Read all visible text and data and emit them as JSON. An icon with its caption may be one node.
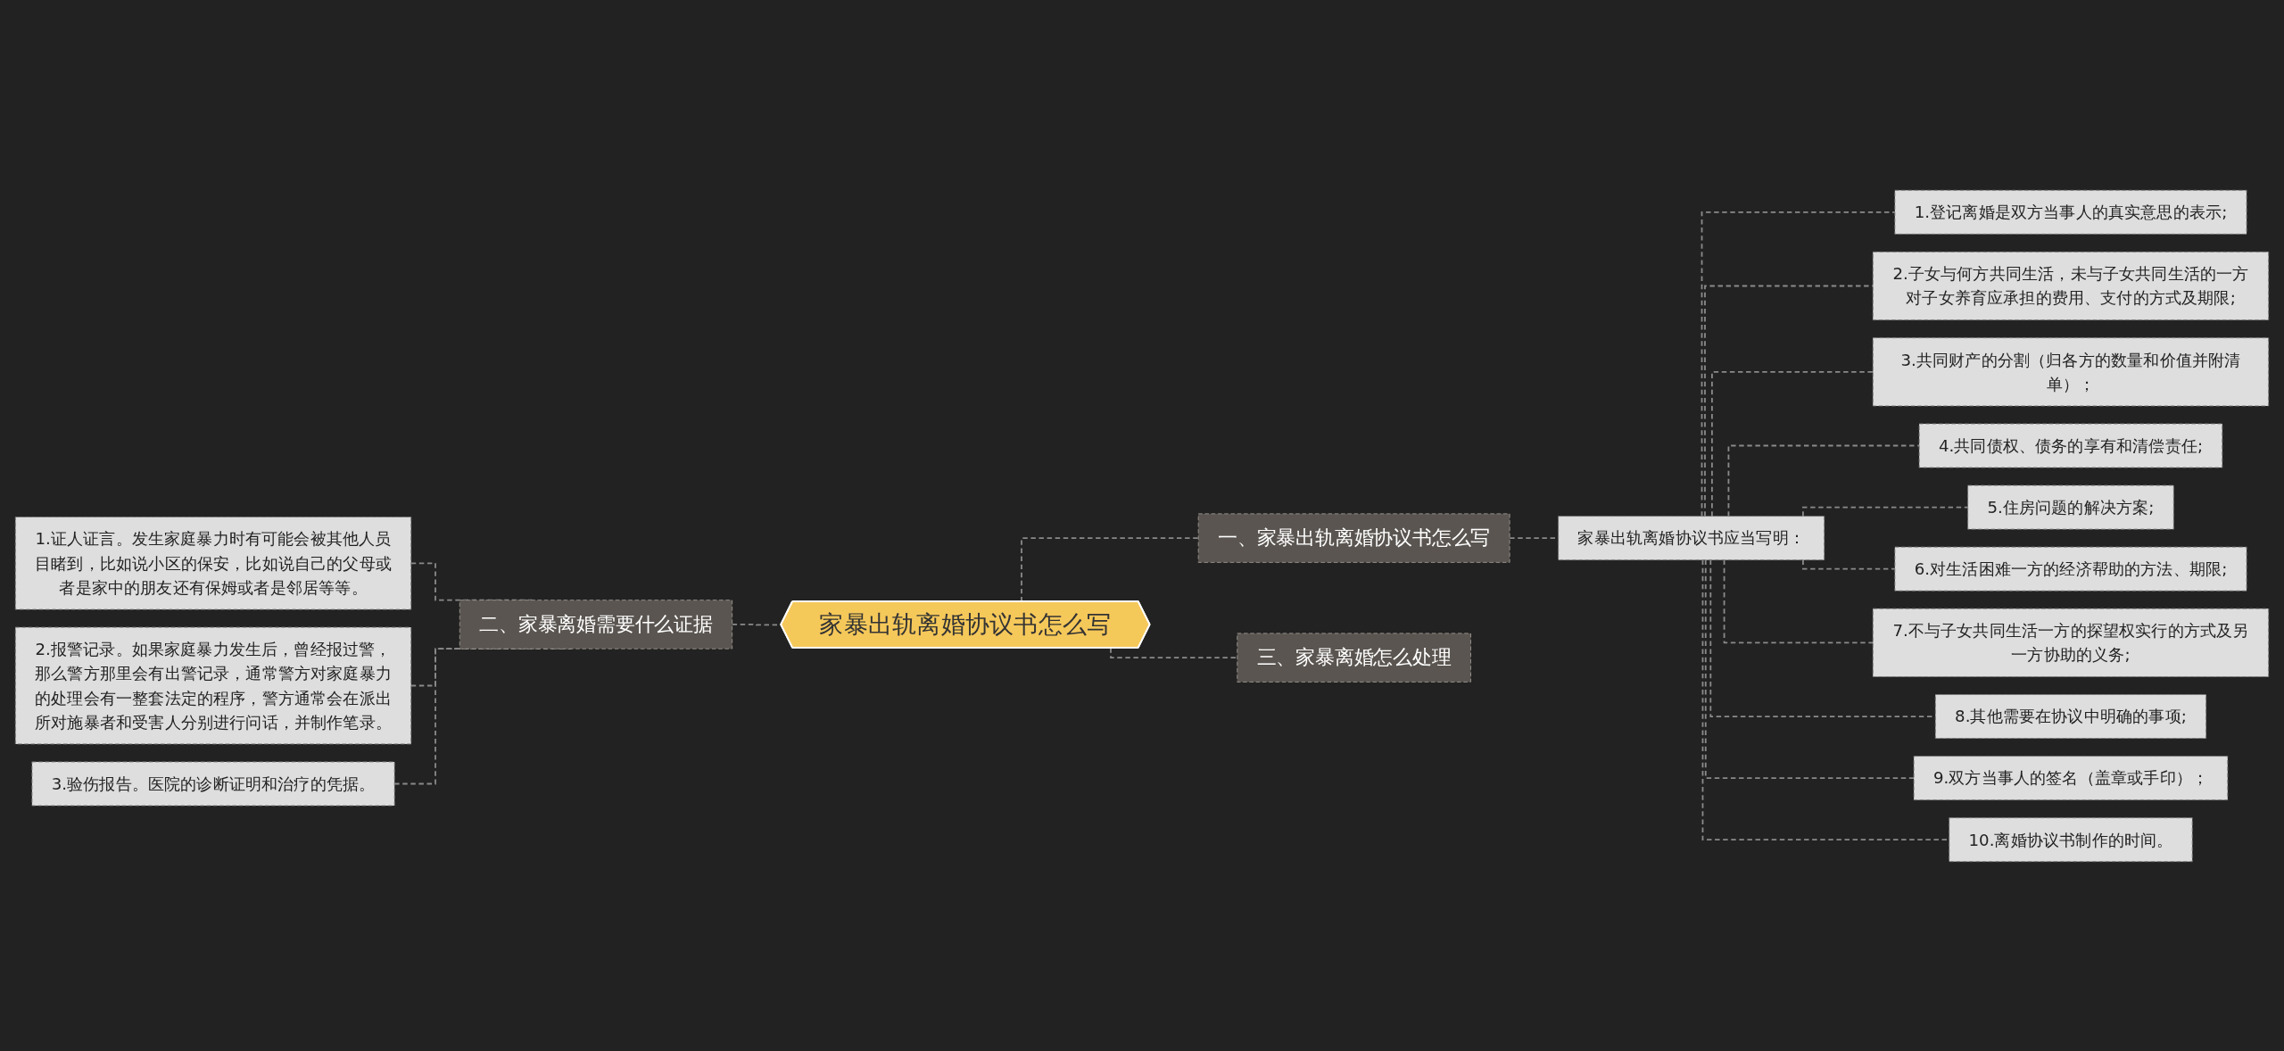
{
  "diagram": {
    "nodes": [
      {
        "text": [
          "家暴出轨离婚协议书怎么写"
        ]
      },
      {
        "text": [
          "一、家暴出轨离婚协议书怎么写"
        ]
      },
      {
        "text": [
          "家暴出轨离婚协议书应当写明："
        ]
      },
      {
        "text": [
          "1.登记离婚是双方当事人的真实意思的表示;"
        ]
      },
      {
        "text": [
          "2.子女与何方共同生活，未与子女共同生活的一方对子女养育应承担的费用、支付的方式及期限;"
        ]
      },
      {
        "text": [
          "3.共同财产的分割（归各方的数量和价值并附清单）；"
        ]
      },
      {
        "text": [
          "4.共同债权、债务的享有和清偿责任;"
        ]
      },
      {
        "text": [
          "5.住房问题的解决方案;"
        ]
      },
      {
        "text": [
          "6.对生活困难一方的经济帮助的方法、期限;"
        ]
      },
      {
        "text": [
          "7.不与子女共同生活一方的探望权实行的方式及另一方协助的义务;"
        ]
      },
      {
        "text": [
          "8.其他需要在协议中明确的事项;"
        ]
      },
      {
        "text": [
          "9.双方当事人的签名（盖章或手印）；"
        ]
      },
      {
        "text": [
          "10.离婚协议书制作的时间。"
        ]
      },
      {
        "text": [
          "二、家暴离婚需要什么证据"
        ]
      },
      {
        "text": [
          "1.证人证言。发生家庭暴力时有可能会被其他人员目睹到，比如说小区的保安，比如说自己的父母或者是家中的朋友还有保姆或者是邻居等等。"
        ]
      },
      {
        "text": [
          "2.报警记录。如果家庭暴力发生后，曾经报过警，那么警方那里会有出警记录，通常警方对家庭暴力的处理会有一整套法定的程序，警方通常会在派出所对施暴者和受害人分别进行问话，并制作笔录。"
        ]
      },
      {
        "text": [
          "3.验伤报告。医院的诊断证明和治疗的凭据。"
        ]
      },
      {
        "text": [
          "三、家暴离婚怎么处理"
        ]
      }
    ],
    "edges": [
      {
        "from": 0,
        "to": 1,
        "arrow": "none",
        "style": "dashed"
      },
      {
        "from": 1,
        "to": 2,
        "arrow": "none",
        "style": "dashed"
      },
      {
        "from": 2,
        "to": 3,
        "arrow": "none",
        "style": "dashed"
      },
      {
        "from": 2,
        "to": 4,
        "arrow": "none",
        "style": "dashed"
      },
      {
        "from": 2,
        "to": 5,
        "arrow": "none",
        "style": "dashed"
      },
      {
        "from": 2,
        "to": 6,
        "arrow": "none",
        "style": "dashed"
      },
      {
        "from": 2,
        "to": 7,
        "arrow": "none",
        "style": "dashed"
      },
      {
        "from": 2,
        "to": 8,
        "arrow": "none",
        "style": "dashed"
      },
      {
        "from": 2,
        "to": 9,
        "arrow": "none",
        "style": "dashed"
      },
      {
        "from": 2,
        "to": 10,
        "arrow": "none",
        "style": "dashed"
      },
      {
        "from": 2,
        "to": 11,
        "arrow": "none",
        "style": "dashed"
      },
      {
        "from": 2,
        "to": 12,
        "arrow": "none",
        "style": "dashed"
      },
      {
        "from": 0,
        "to": 13,
        "arrow": "none",
        "style": "dashed"
      },
      {
        "from": 13,
        "to": 14,
        "arrow": "none",
        "style": "dashed"
      },
      {
        "from": 13,
        "to": 15,
        "arrow": "none",
        "style": "dashed"
      },
      {
        "from": 13,
        "to": 16,
        "arrow": "none",
        "style": "dashed"
      },
      {
        "from": 0,
        "to": 17,
        "arrow": "none",
        "style": "dashed"
      }
    ]
  }
}
